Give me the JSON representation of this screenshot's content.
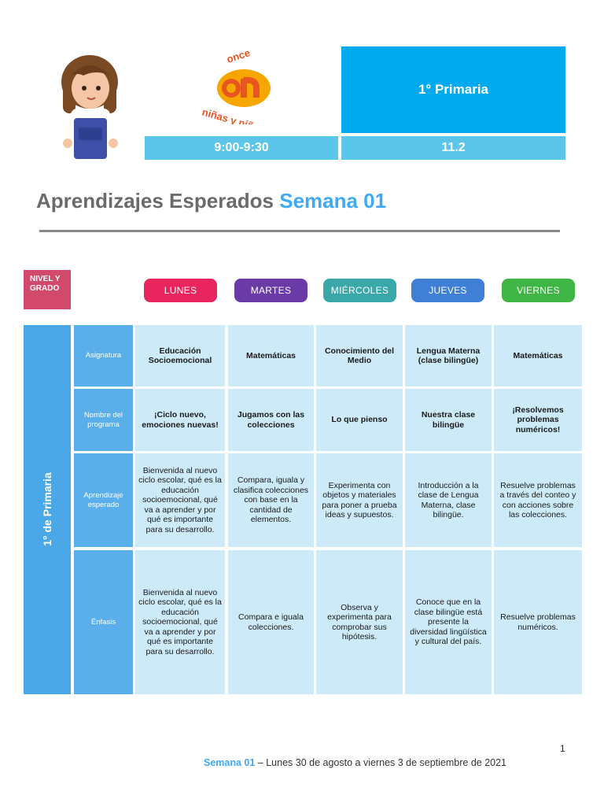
{
  "header": {
    "logo_text_top": "once",
    "logo_text_main": "ON",
    "logo_text_bottom": "niñas y niños",
    "grade": "1° Primaria",
    "time": "9:00-9:30",
    "code": "11.2"
  },
  "title": {
    "main": "Aprendizajes Esperados ",
    "accent": "Semana 01"
  },
  "level_tag": "NIVEL Y GRADO",
  "days": [
    {
      "label": "LUNES",
      "color": "#e8255f"
    },
    {
      "label": "MARTES",
      "color": "#6a3aa6"
    },
    {
      "label": "MIÉRCOLES",
      "color": "#3aa8a8"
    },
    {
      "label": "JUEVES",
      "color": "#3f7fd6"
    },
    {
      "label": "VIERNES",
      "color": "#3eb545"
    }
  ],
  "side_grade": "1° de Primaria",
  "rows": [
    {
      "header": "Asignatura",
      "cells": [
        "Educación Socioemocional",
        "Matemáticas",
        "Conocimiento del Medio",
        "Lengua Materna (clase bilingüe)",
        "Matemáticas"
      ]
    },
    {
      "header": "Nombre del programa",
      "cells": [
        "¡Ciclo nuevo, emociones nuevas!",
        "Jugamos con las colecciones",
        "Lo que pienso",
        "Nuestra clase bilingüe",
        "¡Resolvemos problemas numéricos!"
      ]
    },
    {
      "header": "Aprendizaje esperado",
      "cells": [
        "Bienvenida al nuevo ciclo escolar, qué es la educación socioemocional, qué va a aprender y por qué es importante para su desarrollo.",
        "Compara, iguala y clasifica colecciones con base en la cantidad de elementos.",
        "Experimenta con objetos y materiales para poner a prueba ideas y supuestos.",
        "Introducción a la clase de Lengua Materna, clase bilingüe.",
        "Resuelve problemas a través del conteo y con acciones sobre las colecciones."
      ]
    },
    {
      "header": "Énfasis",
      "cells": [
        "Bienvenida al nuevo ciclo escolar, qué es la educación socioemocional, qué va a aprender y por qué es importante para su desarrollo.",
        "Compara e iguala colecciones.",
        "Observa y experimenta para comprobar sus hipótesis.",
        "Conoce que en la clase bilingüe está presente la diversidad lingüística y cultural del país.",
        "Resuelve problemas numéricos."
      ]
    }
  ],
  "footer": {
    "page_number": "1",
    "week": "Semana 01",
    "dates": " – Lunes 30 de agosto a viernes 3 de septiembre de 2021"
  }
}
